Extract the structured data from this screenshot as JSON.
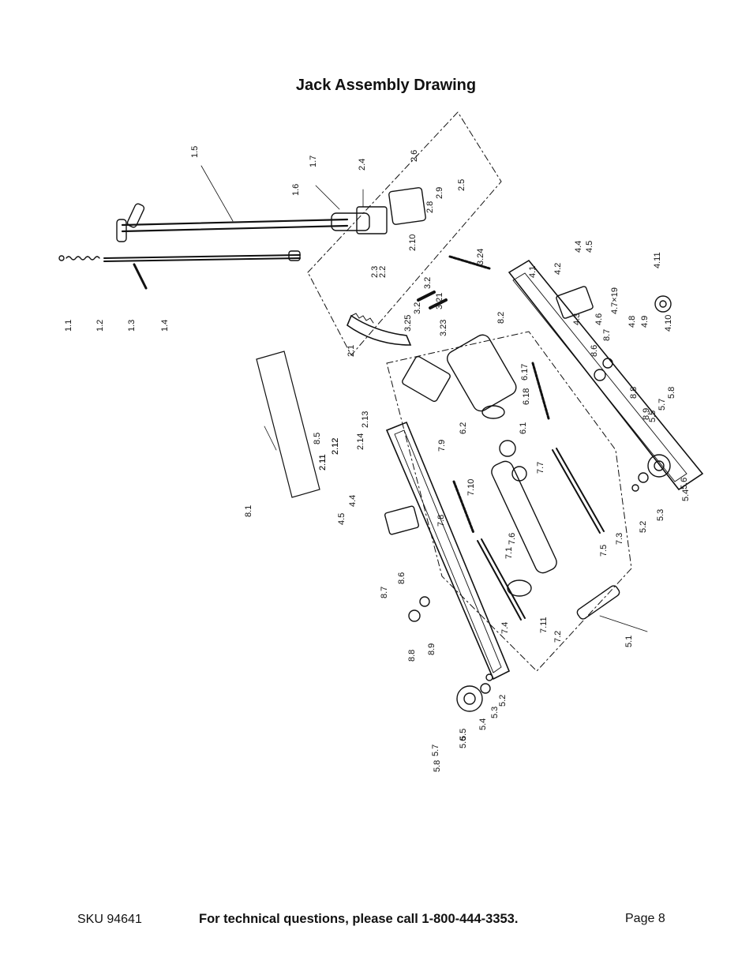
{
  "page": {
    "title": "Jack Assembly Drawing",
    "sku": "SKU 94641",
    "support_text": "For technical questions,  please call 1-800-444-3353.",
    "page_number": "Page 8"
  },
  "drawing": {
    "part_labels": [
      "1.1",
      "1.2",
      "1.3",
      "1.4",
      "1.5",
      "1.6",
      "1.7",
      "2.1",
      "2.2",
      "2.3",
      "2.4",
      "2.5",
      "2.6",
      "2.8",
      "2.9",
      "2.10",
      "2.11",
      "2.12",
      "2.13",
      "2.14",
      "2.11",
      "2.12",
      "3.2",
      "3.2",
      "3.21",
      "3.23",
      "3.24",
      "3.25",
      "4.1",
      "4.2",
      "4.3",
      "4.4",
      "4.5",
      "4.6",
      "4.7×19",
      "4.8",
      "4.9",
      "4.10",
      "4.11",
      "4.4",
      "4.5",
      "5.1",
      "5.2",
      "5.3",
      "5.4",
      "5.5",
      "5.6",
      "5.7",
      "5.8",
      "5.2",
      "5.3",
      "5.4",
      "5.5",
      "5.6",
      "5.7",
      "5.8",
      "6.1",
      "6.2",
      "6.17",
      "6.18",
      "7.1",
      "7.2",
      "7.3",
      "7.4",
      "7.5",
      "7.6",
      "7.7",
      "7.8",
      "7.9",
      "7.10",
      "7.11",
      "8.1",
      "8.2",
      "8.5",
      "8.6",
      "8.7",
      "8.8",
      "8.9",
      "8.6",
      "8.7",
      "8.8",
      "8.9"
    ]
  }
}
